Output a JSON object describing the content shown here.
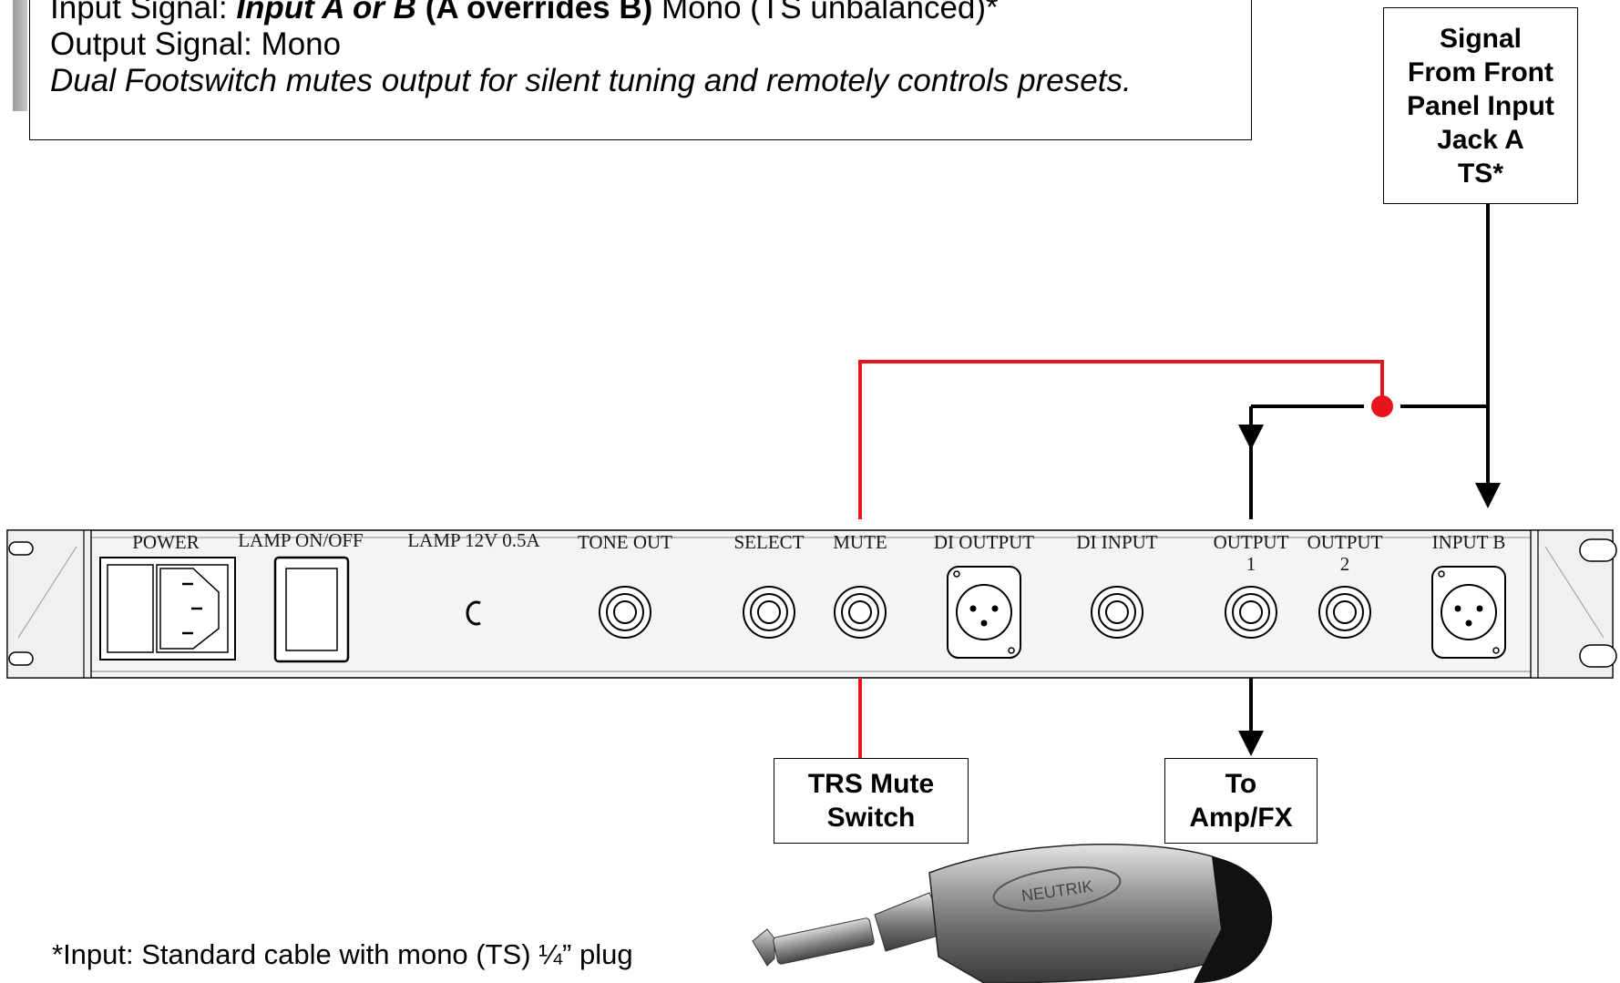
{
  "info": {
    "input_prefix": "Input Signal: ",
    "input_strong": "Input A or B",
    "input_bold": " (A overrides B)",
    "input_suffix": " Mono (TS unbalanced)*",
    "output_line": "Output Signal: Mono",
    "footswitch_line": "Dual Footswitch mutes output for silent tuning and remotely controls presets."
  },
  "signal_box": {
    "lines": [
      "Signal",
      "From Front",
      "Panel Input",
      "Jack A",
      "TS*"
    ]
  },
  "mute_box": {
    "lines": [
      "TRS Mute",
      "Switch"
    ]
  },
  "amp_box": {
    "lines": [
      "To",
      "Amp/FX"
    ]
  },
  "panel_labels": {
    "power": "POWER",
    "lamp_switch": "LAMP ON/OFF",
    "lamp_rating": "LAMP 12V 0.5A",
    "tone_out": "TONE OUT",
    "select": "SELECT",
    "mute": "MUTE",
    "di_output": "DI OUTPUT",
    "di_input": "DI INPUT",
    "output1": "OUTPUT",
    "output1_num": "1",
    "output2": "OUTPUT",
    "output2_num": "2",
    "input_b": "INPUT B"
  },
  "plug_brand": "NEUTRIK",
  "footnote": "*Input: Standard cable with mono (TS) ¼” plug",
  "colors": {
    "signal": "#000000",
    "mute": "#e8141b"
  }
}
